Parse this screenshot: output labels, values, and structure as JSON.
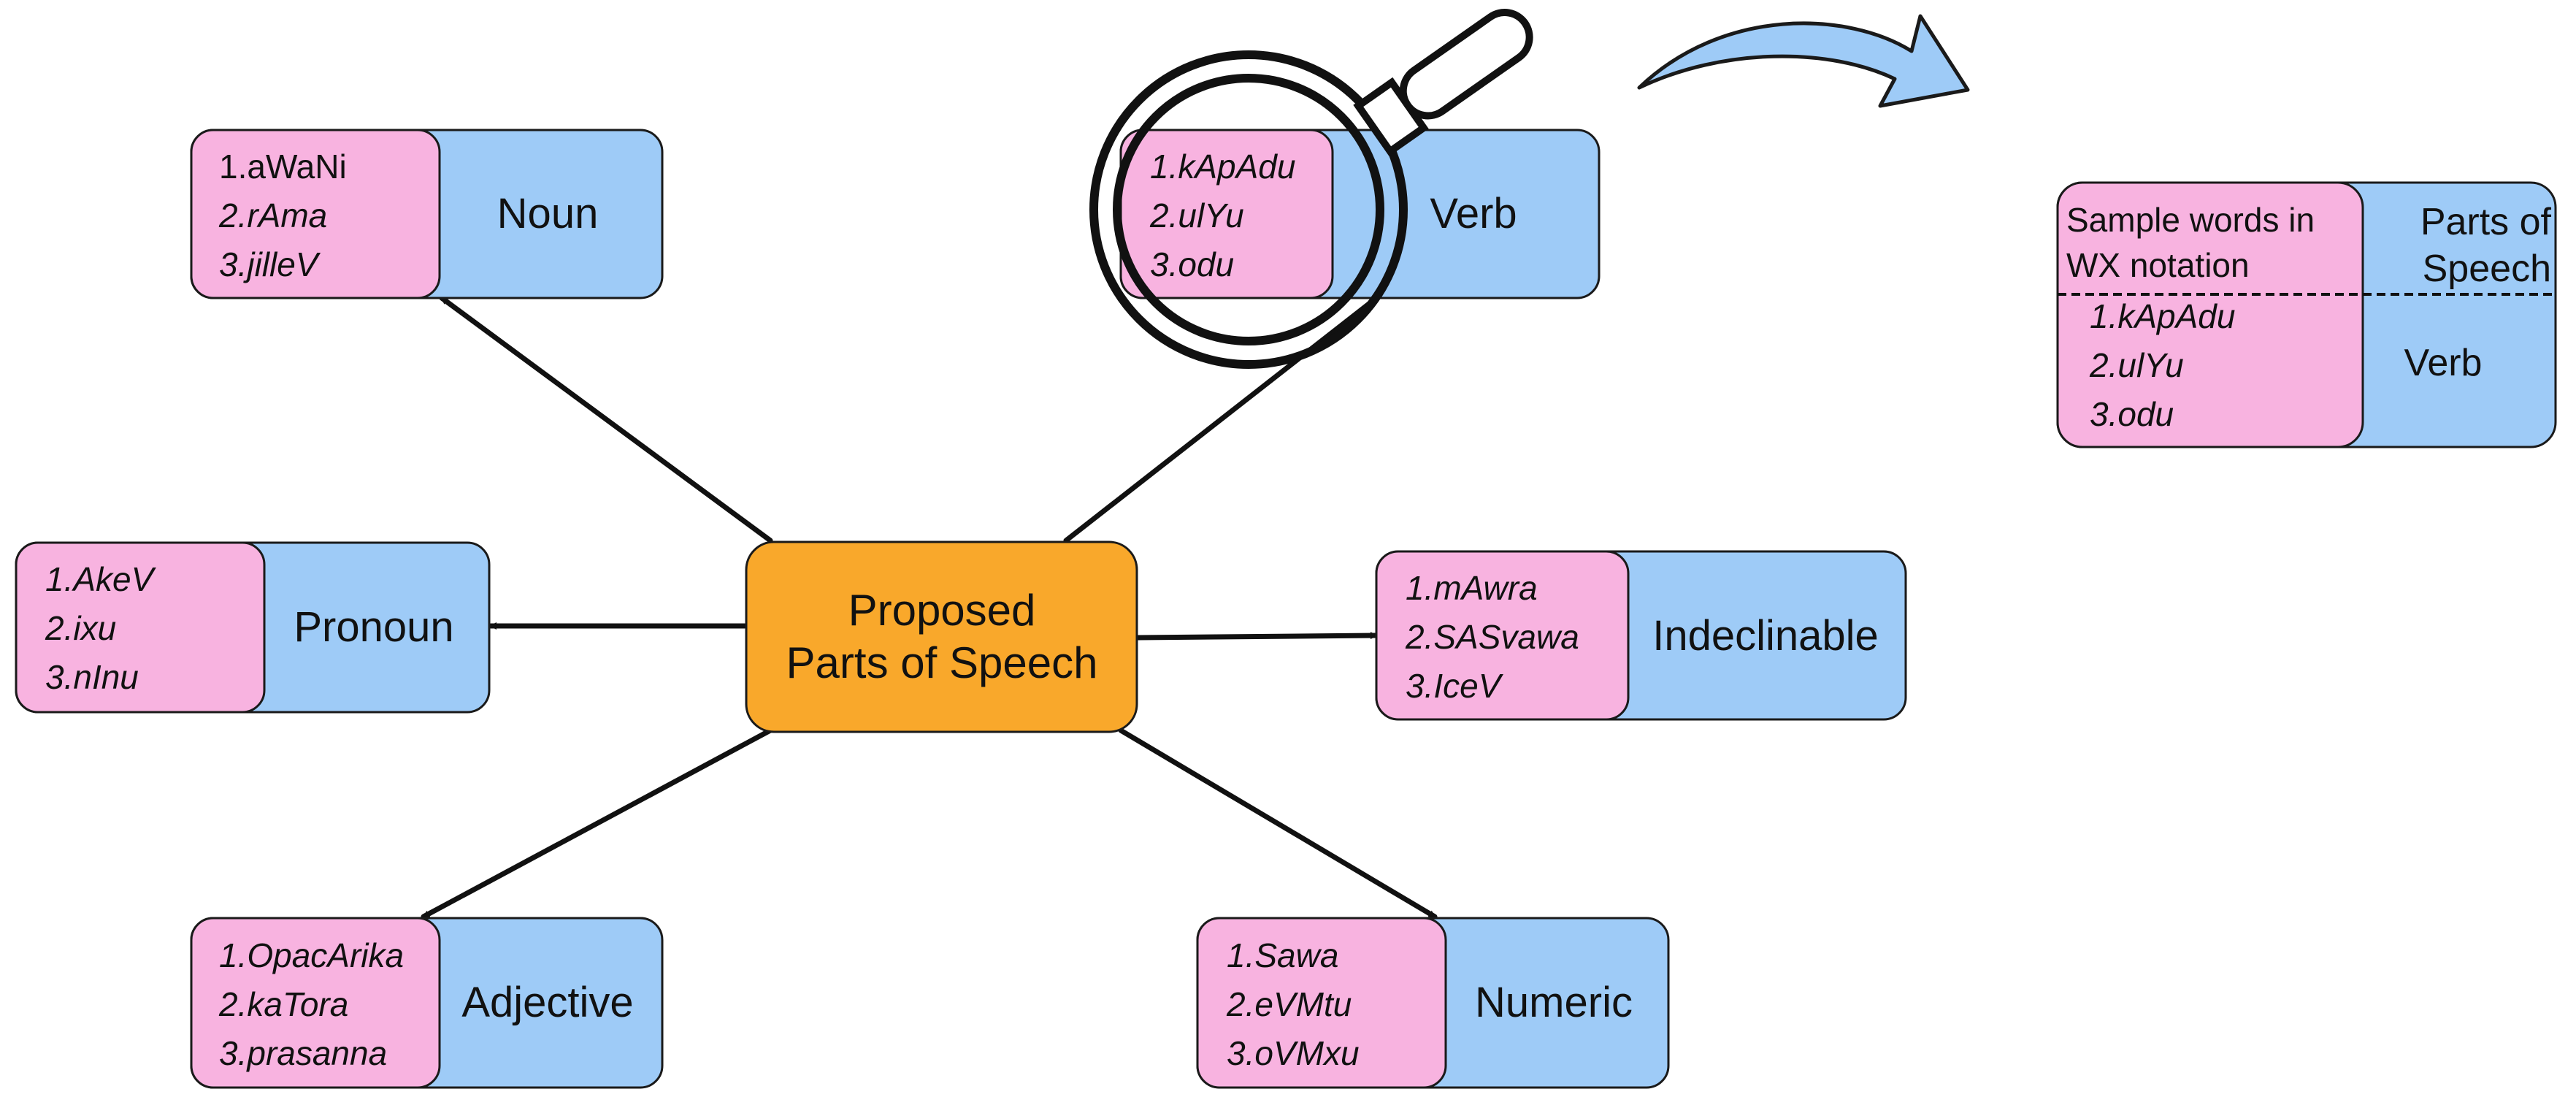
{
  "center": {
    "line1": "Proposed",
    "line2": "Parts of Speech"
  },
  "categories": {
    "noun": {
      "label": "Noun",
      "examples": [
        "1.aWaNi",
        "2.rAma",
        "3.jilleV"
      ]
    },
    "verb": {
      "label": "Verb",
      "examples": [
        "1.kApAdu",
        "2.ulYu",
        "3.odu"
      ]
    },
    "pronoun": {
      "label": "Pronoun",
      "examples": [
        "1.AkeV",
        "2.ixu",
        "3.nInu"
      ]
    },
    "indeclinable": {
      "label": "Indeclinable",
      "examples": [
        "1.mAwra",
        "2.SASvawa",
        "3.IceV"
      ]
    },
    "adjective": {
      "label": "Adjective",
      "examples": [
        "1.OpacArika",
        "2.kaTora",
        "3.prasanna"
      ]
    },
    "numeric": {
      "label": "Numeric",
      "examples": [
        "1.Sawa",
        "2.eVMtu",
        "3.oVMxu"
      ]
    }
  },
  "legend": {
    "header_left_1": "Sample words in",
    "header_left_2": "WX notation",
    "header_right_1": "Parts of",
    "header_right_2": "Speech",
    "label": "Verb",
    "examples": [
      "1.kApAdu",
      "2.ulYu",
      "3.odu"
    ]
  },
  "colors": {
    "pink": "#F8B3E0",
    "blue": "#9ECBF7",
    "orange": "#F9A82B",
    "arrow_fill": "#9ECBF7",
    "stroke": "#1A1A1A"
  },
  "icons": {
    "magnifier": "magnifying-glass-icon",
    "curved_arrow": "curved-arrow-icon"
  }
}
